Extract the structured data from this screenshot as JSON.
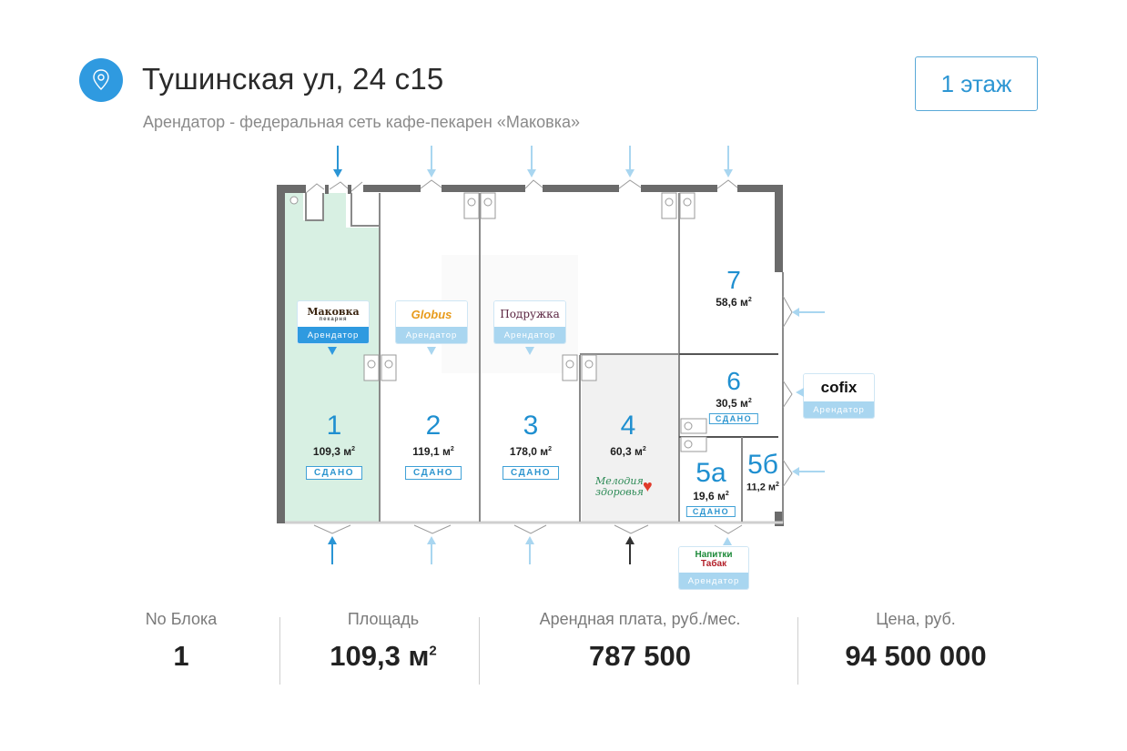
{
  "header": {
    "icon": "map-pin-icon",
    "title": "Тушинская ул, 24 с15",
    "subtitle": "Арендатор - федеральная сеть кафе-пекарен «Маковка»",
    "floor_button": "1 этаж"
  },
  "colors": {
    "accent": "#2f9ae0",
    "selected_fill": "#d8f0e3",
    "unit4_fill": "#f1f1f1",
    "tag_light": "#a9d6f0"
  },
  "units": [
    {
      "id": "1",
      "area": "109,3 м",
      "area_sup": "2",
      "status": "СДАНО",
      "selected": true
    },
    {
      "id": "2",
      "area": "119,1 м",
      "area_sup": "2",
      "status": "СДАНО"
    },
    {
      "id": "3",
      "area": "178,0 м",
      "area_sup": "2",
      "status": "СДАНО"
    },
    {
      "id": "4",
      "area": "60,3 м",
      "area_sup": "2",
      "status": ""
    },
    {
      "id": "5а",
      "area": "19,6 м",
      "area_sup": "2",
      "status": "СДАНО"
    },
    {
      "id": "5б",
      "area": "11,2 м",
      "area_sup": "2",
      "status": ""
    },
    {
      "id": "6",
      "area": "30,5 м",
      "area_sup": "2",
      "status": "СДАНО"
    },
    {
      "id": "7",
      "area": "58,6 м",
      "area_sup": "2",
      "status": ""
    }
  ],
  "tenants": [
    {
      "unit": "1",
      "logo": "Маковка",
      "logo_sub": "пекарня",
      "tag": "Арендатор",
      "active": true
    },
    {
      "unit": "2",
      "logo": "Globus",
      "tag": "Арендатор"
    },
    {
      "unit": "3",
      "logo": "Подружка",
      "tag": "Арендатор"
    },
    {
      "unit": "4",
      "logo": "Мелодия здоровья"
    },
    {
      "unit": "6",
      "logo": "cofix",
      "tag": "Арендатор"
    },
    {
      "unit": "5а",
      "logo": "Напитки",
      "logo_line2": "Табак",
      "tag": "Арендатор"
    }
  ],
  "stats": [
    {
      "label": "No Блока",
      "value": "1"
    },
    {
      "label": "Площадь",
      "value": "109,3 м",
      "value_sup": "2"
    },
    {
      "label": "Арендная плата, руб./мес.",
      "value": "787 500"
    },
    {
      "label": "Цена, руб.",
      "value": "94 500 000"
    }
  ]
}
